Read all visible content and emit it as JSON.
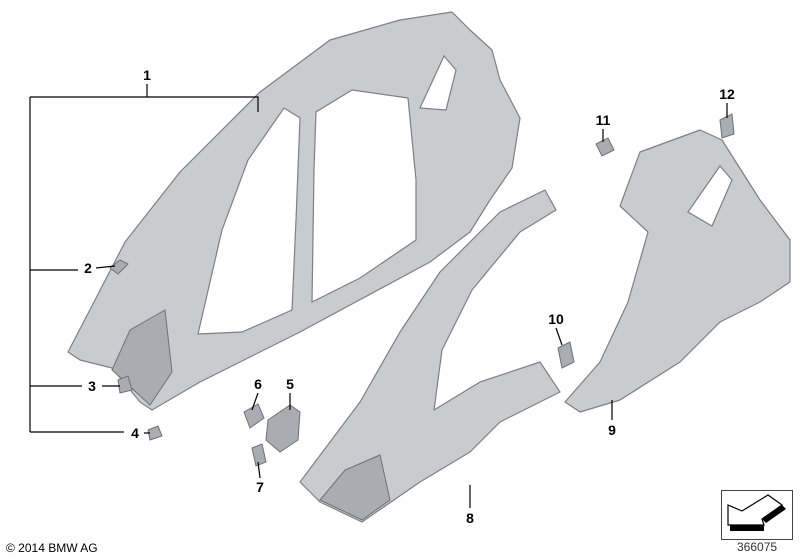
{
  "callouts": {
    "c1": "1",
    "c2": "2",
    "c3": "3",
    "c4": "4",
    "c5": "5",
    "c6": "6",
    "c7": "7",
    "c8": "8",
    "c9": "9",
    "c10": "10",
    "c11": "11",
    "c12": "12"
  },
  "footer": {
    "copyright": "© 2014 BMW AG",
    "image_number": "366075"
  },
  "colors": {
    "part_fill": "#c9cbce",
    "part_outline": "#7d8084",
    "lines": "#000000"
  },
  "icons": {
    "orientation": "arrow-direction-icon"
  }
}
